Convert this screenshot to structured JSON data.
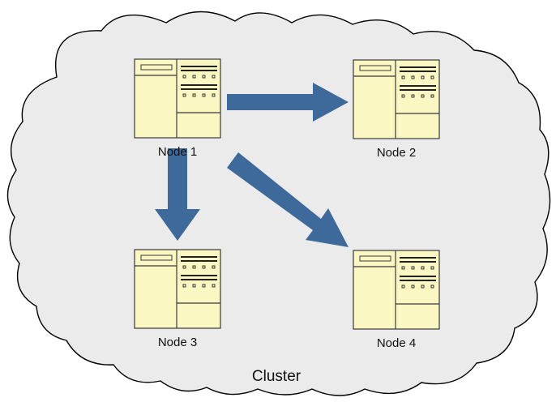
{
  "cluster": {
    "label": "Cluster",
    "fill_color": "#ebebeb",
    "outline_color": "#000000"
  },
  "nodes": [
    {
      "id": "node-1",
      "label": "Node 1",
      "icon": "server-icon"
    },
    {
      "id": "node-2",
      "label": "Node 2",
      "icon": "server-icon"
    },
    {
      "id": "node-3",
      "label": "Node 3",
      "icon": "server-icon"
    },
    {
      "id": "node-4",
      "label": "Node 4",
      "icon": "server-icon"
    }
  ],
  "edges": [
    {
      "from": "Node 1",
      "to": "Node 2"
    },
    {
      "from": "Node 1",
      "to": "Node 3"
    },
    {
      "from": "Node 1",
      "to": "Node 4"
    }
  ],
  "colors": {
    "arrow": "#3d6a9a",
    "server_fill": "#fbf7c2",
    "server_stroke": "#3a3a3a"
  }
}
